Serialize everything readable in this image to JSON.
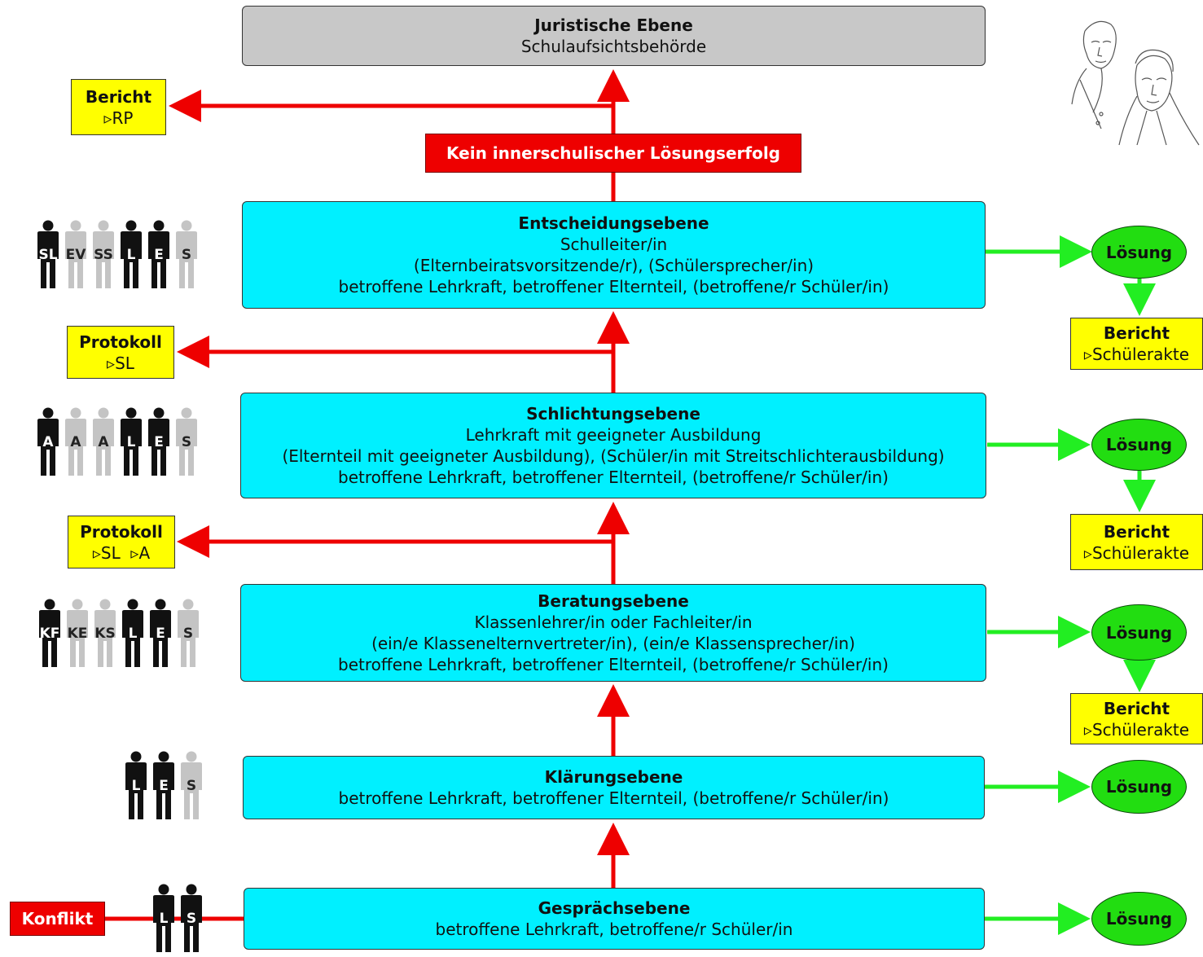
{
  "colors": {
    "level_fill": "#00f0ff",
    "juristic_fill": "#c8c8c8",
    "report_fill": "#ffff00",
    "alert_fill": "#ee0000",
    "solution_fill": "#22dd11",
    "up_arrow": "#ee0000",
    "solution_arrow": "#22ee22"
  },
  "juristic": {
    "title": "Juristische Ebene",
    "line1": "Schulaufsichtsbehörde"
  },
  "bericht_rp": {
    "title": "Bericht",
    "line": "▹RP"
  },
  "kein_erfolg": "Kein innerschulischer Lösungserfolg",
  "entscheidung": {
    "title": "Entscheidungsebene",
    "line1": "Schulleiter/in",
    "line2": "(Elternbeiratsvorsitzende/r), (Schülersprecher/in)",
    "line3": "betroffene Lehrkraft, betroffener Elternteil, (betroffene/r Schüler/in)"
  },
  "protokoll_sl": {
    "title": "Protokoll",
    "line": "▹SL"
  },
  "schlichtung": {
    "title": "Schlichtungsebene",
    "line1": "Lehrkraft mit geeigneter Ausbildung",
    "line2": "(Elternteil mit geeigneter Ausbildung), (Schüler/in mit Streitschlichterausbildung)",
    "line3": "betroffene Lehrkraft, betroffener Elternteil, (betroffene/r Schüler/in)"
  },
  "protokoll_sla": {
    "title": "Protokoll",
    "line": "▹SL  ▹A"
  },
  "beratung": {
    "title": "Beratungsebene",
    "line1": "Klassenlehrer/in oder Fachleiter/in",
    "line2": "(ein/e Klassenelternvertreter/in), (ein/e Klassensprecher/in)",
    "line3": "betroffene Lehrkraft, betroffener Elternteil, (betroffene/r Schüler/in)"
  },
  "klaerung": {
    "title": "Klärungsebene",
    "line1": "betroffene Lehrkraft, betroffener Elternteil, (betroffene/r Schüler/in)"
  },
  "gespraech": {
    "title": "Gesprächsebene",
    "line1": "betroffene Lehrkraft, betroffene/r Schüler/in"
  },
  "konflikt": "Konflikt",
  "loesung": "Lösung",
  "bericht_akte": {
    "title": "Bericht",
    "line": "▹Schülerakte"
  },
  "people": {
    "entscheidung": [
      {
        "label": "SL",
        "dark": true
      },
      {
        "label": "EV",
        "dark": false
      },
      {
        "label": "SS",
        "dark": false
      },
      {
        "label": "L",
        "dark": true
      },
      {
        "label": "E",
        "dark": true
      },
      {
        "label": "S",
        "dark": false
      }
    ],
    "schlichtung": [
      {
        "label": "A",
        "dark": true
      },
      {
        "label": "A",
        "dark": false
      },
      {
        "label": "A",
        "dark": false
      },
      {
        "label": "L",
        "dark": true
      },
      {
        "label": "E",
        "dark": true
      },
      {
        "label": "S",
        "dark": false
      }
    ],
    "beratung": [
      {
        "label": "KF",
        "dark": true
      },
      {
        "label": "KE",
        "dark": false
      },
      {
        "label": "KS",
        "dark": false
      },
      {
        "label": "L",
        "dark": true
      },
      {
        "label": "E",
        "dark": true
      },
      {
        "label": "S",
        "dark": false
      }
    ],
    "klaerung": [
      {
        "label": "L",
        "dark": true
      },
      {
        "label": "E",
        "dark": true
      },
      {
        "label": "S",
        "dark": false
      }
    ],
    "gespraech": [
      {
        "label": "L",
        "dark": true
      },
      {
        "label": "S",
        "dark": true
      }
    ]
  }
}
